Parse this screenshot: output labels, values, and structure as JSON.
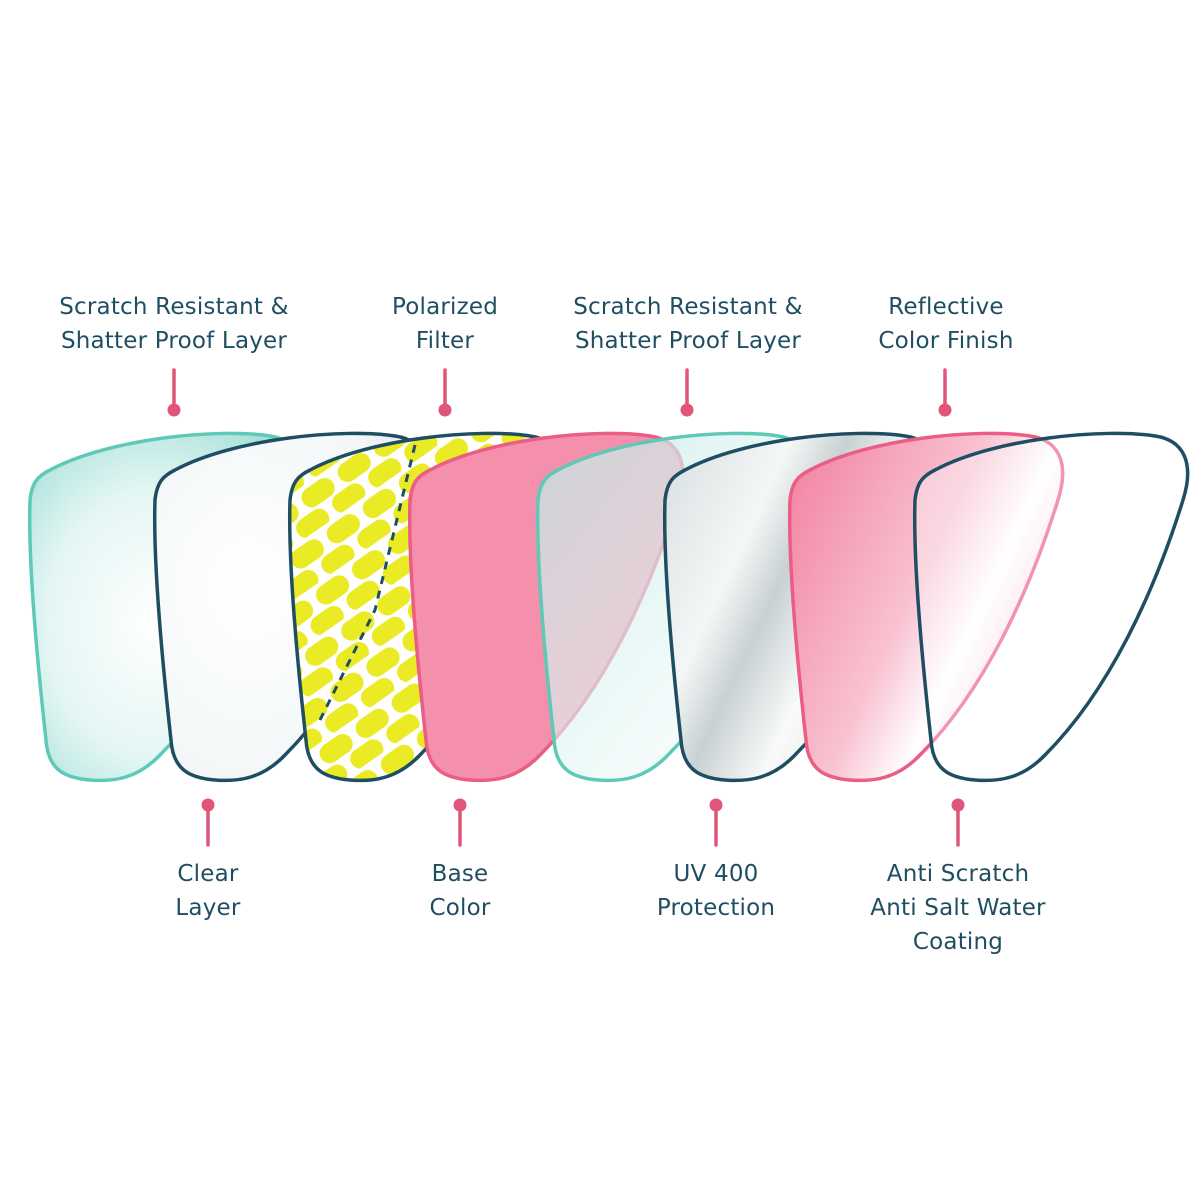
{
  "colors": {
    "text": "#1f4e63",
    "pointer": "#e0567a",
    "teal": "#5ec9b6",
    "teal_fill": "#bfe9e4",
    "navy": "#1f4e63",
    "yellow": "#eaea25",
    "pink": "#f48fac",
    "pink_stroke": "#ea5d84"
  },
  "top_labels": [
    {
      "id": "scratch-resistant-1",
      "lines": [
        "Scratch Resistant &",
        "Shatter Proof Layer"
      ]
    },
    {
      "id": "polarized-filter",
      "lines": [
        "Polarized",
        "Filter"
      ]
    },
    {
      "id": "scratch-resistant-2",
      "lines": [
        "Scratch Resistant &",
        "Shatter Proof Layer"
      ]
    },
    {
      "id": "reflective-color-finish",
      "lines": [
        "Reflective",
        "Color Finish"
      ]
    }
  ],
  "bottom_labels": [
    {
      "id": "clear-layer",
      "lines": [
        "Clear",
        "Layer"
      ]
    },
    {
      "id": "base-color",
      "lines": [
        "Base",
        "Color"
      ]
    },
    {
      "id": "uv-400-protection",
      "lines": [
        "UV 400",
        "Protection"
      ]
    },
    {
      "id": "anti-scratch-coating",
      "lines": [
        "Anti Scratch",
        "Anti Salt Water",
        "Coating"
      ]
    }
  ],
  "lens_layers": [
    {
      "name": "teal-layer",
      "style": "teal"
    },
    {
      "name": "clear-layer",
      "style": "clear"
    },
    {
      "name": "polarized-layer",
      "style": "polarized"
    },
    {
      "name": "base-color-layer",
      "style": "pink"
    },
    {
      "name": "teal-layer",
      "style": "teal-translucent"
    },
    {
      "name": "uv-layer",
      "style": "silver"
    },
    {
      "name": "reflective-layer",
      "style": "pink-gradient"
    },
    {
      "name": "coating-layer",
      "style": "clear-outline"
    }
  ]
}
